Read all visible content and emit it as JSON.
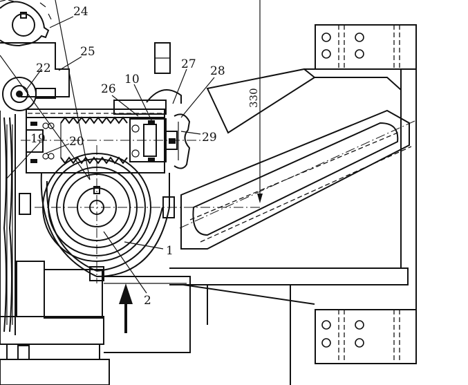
{
  "callouts": [
    "24",
    "25",
    "22",
    "10",
    "27",
    "28",
    "26",
    "29",
    "19",
    "20",
    "1",
    "2"
  ],
  "dimension": "330"
}
